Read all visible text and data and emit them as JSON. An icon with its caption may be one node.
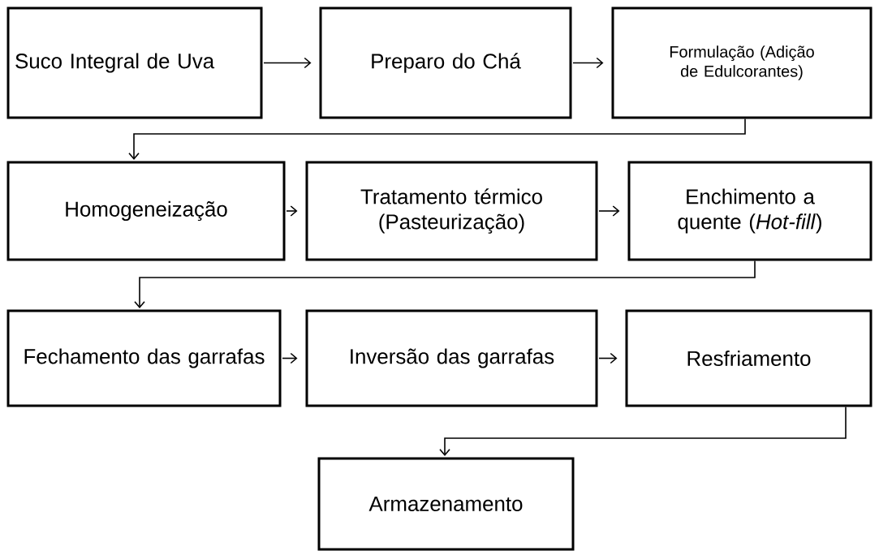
{
  "diagram": {
    "nodes": [
      {
        "text": [
          "Suco Integral de Uva"
        ]
      },
      {
        "text": [
          "Preparo do Chá"
        ]
      },
      {
        "text": [
          "Formulação (Adição de Edulcorantes)"
        ]
      },
      {
        "text": [
          "Homogeneização"
        ]
      },
      {
        "text": [
          "Tratamento térmico (Pasteurização)"
        ]
      },
      {
        "text": [
          "Enchimento a quente (*Hot-fill*)"
        ]
      },
      {
        "text": [
          "Fechamento das garrafas"
        ]
      },
      {
        "text": [
          "Inversão das garrafas"
        ]
      },
      {
        "text": [
          "Resfriamento"
        ]
      },
      {
        "text": [
          "Armazenamento"
        ]
      }
    ],
    "edges": [
      {
        "from": 0,
        "to": 1,
        "arrow": "to"
      },
      {
        "from": 1,
        "to": 2,
        "arrow": "to"
      },
      {
        "from": 2,
        "to": 3,
        "arrow": "to"
      },
      {
        "from": 3,
        "to": 4,
        "arrow": "to"
      },
      {
        "from": 4,
        "to": 5,
        "arrow": "to"
      },
      {
        "from": 5,
        "to": 6,
        "arrow": "to"
      },
      {
        "from": 6,
        "to": 7,
        "arrow": "to"
      },
      {
        "from": 7,
        "to": 8,
        "arrow": "to"
      },
      {
        "from": 8,
        "to": 9,
        "arrow": "to"
      }
    ]
  }
}
